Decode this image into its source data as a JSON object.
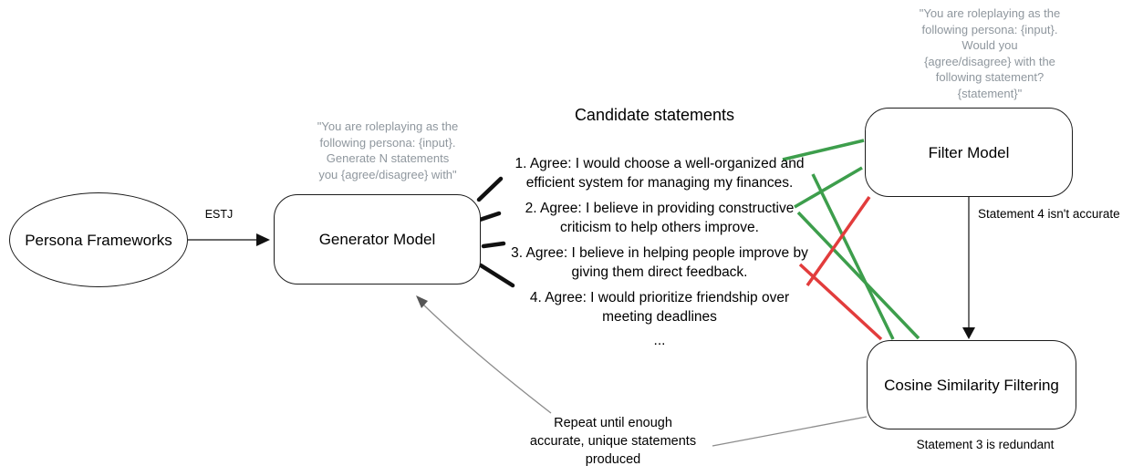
{
  "colors": {
    "green": "#3d9e4c",
    "red": "#e23c3c",
    "gray_text": "#8f979e",
    "edge_gray": "#8c8c8c"
  },
  "nodes": {
    "persona_frameworks": {
      "label": "Persona Frameworks"
    },
    "generator_model": {
      "label": "Generator Model"
    },
    "filter_model": {
      "label": "Filter Model"
    },
    "cosine_filtering": {
      "label": "Cosine Similarity Filtering"
    }
  },
  "prompts": {
    "generator": "\"You are roleplaying as the\nfollowing persona: {input}.\nGenerate N statements\nyou {agree/disagree} with\"",
    "filter": "\"You are roleplaying as the\nfollowing persona: {input}.\nWould you\n{agree/disagree} with the\nfollowing statement?\n{statement}\""
  },
  "candidate_statements": {
    "title": "Candidate statements",
    "items": [
      {
        "text": "1. Agree: I would choose a well-organized and\nefficient system for managing my finances."
      },
      {
        "text": "2. Agree: I believe in providing constructive\ncriticism to help others improve."
      },
      {
        "text": "3. Agree: I believe in helping people improve by\ngiving them direct feedback."
      },
      {
        "text": "4. Agree: I would prioritize friendship over\nmeeting deadlines"
      }
    ],
    "ellipsis": "..."
  },
  "labels": {
    "estj": "ESTJ",
    "statement4_note": "Statement 4 isn't accurate",
    "statement3_note": "Statement 3 is redundant",
    "repeat_note": "Repeat until enough\naccurate, unique statements\nproduced"
  }
}
